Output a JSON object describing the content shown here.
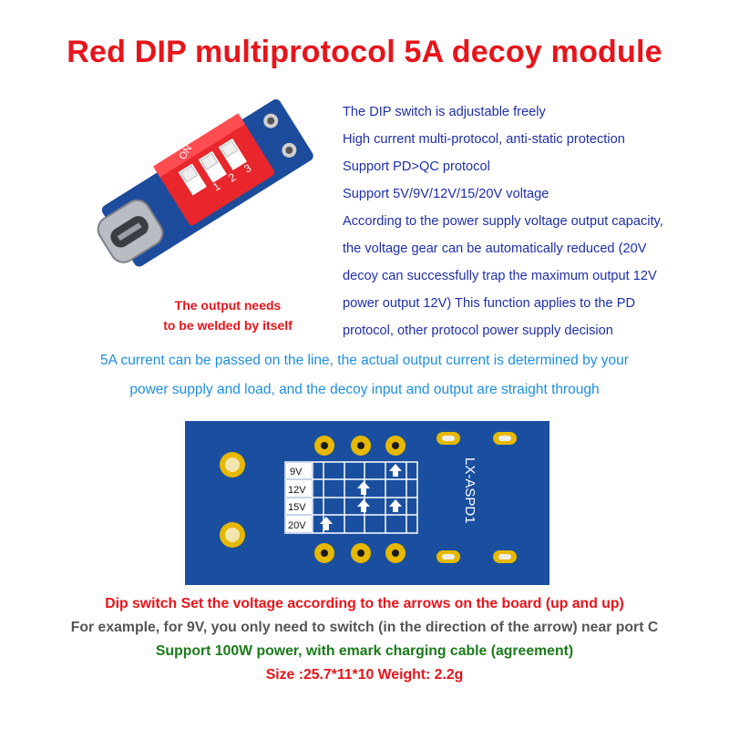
{
  "title": "Red DIP multiprotocol 5A decoy module",
  "features": [
    "The DIP switch is adjustable freely",
    "High current multi-protocol, anti-static protection",
    "Support PD>QC protocol",
    "Support 5V/9V/12V/15/20V voltage",
    "According to the power supply voltage output capacity,",
    "the voltage gear can be automatically reduced (20V",
    "decoy can successfully trap the maximum output 12V",
    "power output 12V) This function applies to the PD",
    "protocol, other protocol power supply decision"
  ],
  "weld_note": [
    "The output needs",
    "to be welded by itself"
  ],
  "current_note": [
    "5A current can be passed on the line, the actual output current is determined by your",
    "power supply and load, and the decoy input and output are straight through"
  ],
  "module_photo": {
    "switch_on_label": "ON",
    "switch_numbers": [
      "1",
      "2",
      "3"
    ]
  },
  "board": {
    "label": "LX-ASPD1",
    "voltage_rows": [
      "9V",
      "12V",
      "15V",
      "20V"
    ],
    "colors": {
      "pcb": "#1a4fa0",
      "pad": "#e6b800",
      "arrow": "#ffffff"
    }
  },
  "bottom_lines": {
    "dip": "Dip switch Set the voltage according to the arrows on the board (up and up)",
    "example": "For example, for 9V, you only need to switch (in the direction of the arrow) near port C",
    "power": "Support 100W power, with emark charging cable (agreement)",
    "size": "Size :25.7*11*10 Weight: 2.2g"
  }
}
